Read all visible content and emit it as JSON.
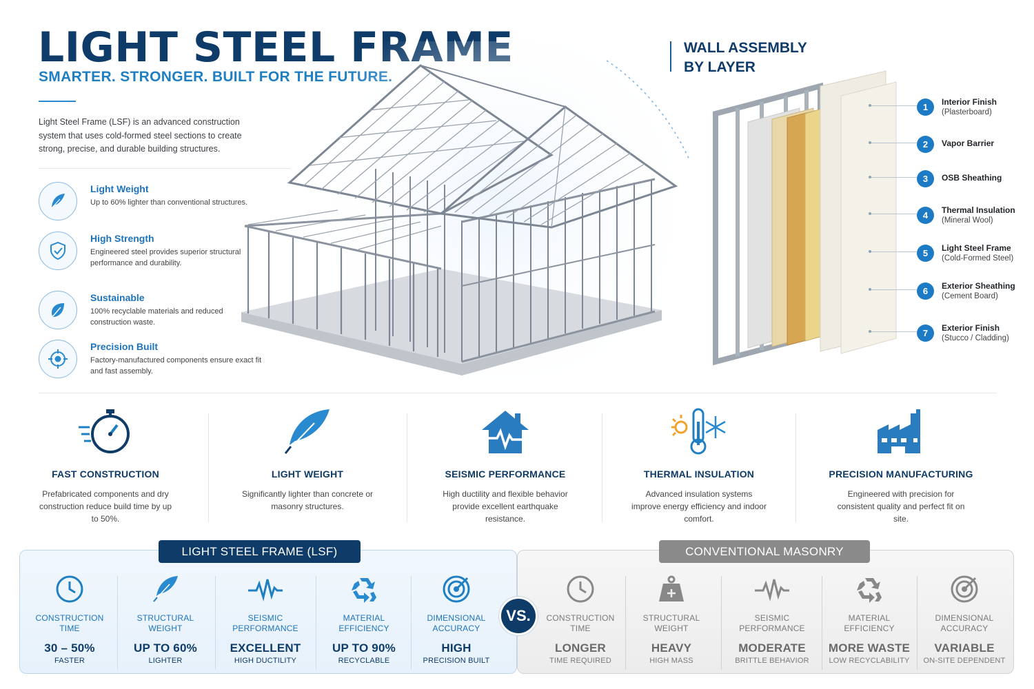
{
  "header": {
    "title": "LIGHT STEEL FRAME",
    "subtitle": "SMARTER. STRONGER. BUILT FOR THE FUTURE.",
    "intro": "Light Steel Frame (LSF) is an advanced construction system that uses cold-formed steel sections to create strong, precise, and durable building structures."
  },
  "features": [
    {
      "title": "Light Weight",
      "desc": "Up to 60% lighter than conventional structures.",
      "icon": "feather-icon"
    },
    {
      "title": "High Strength",
      "desc": "Engineered steel provides superior structural performance and durability.",
      "icon": "shield-check-icon"
    },
    {
      "title": "Sustainable",
      "desc": "100% recyclable materials and reduced construction waste.",
      "icon": "leaf-icon"
    },
    {
      "title": "Precision Built",
      "desc": "Factory-manufactured components ensure exact fit and fast assembly.",
      "icon": "target-icon"
    }
  ],
  "wall": {
    "title_line1": "WALL ASSEMBLY",
    "title_line2": "BY LAYER",
    "layers": [
      {
        "num": "1",
        "name": "Interior Finish",
        "sub": "(Plasterboard)"
      },
      {
        "num": "2",
        "name": "Vapor Barrier",
        "sub": ""
      },
      {
        "num": "3",
        "name": "OSB Sheathing",
        "sub": ""
      },
      {
        "num": "4",
        "name": "Thermal Insulation",
        "sub": "(Mineral Wool)"
      },
      {
        "num": "5",
        "name": "Light Steel Frame",
        "sub": "(Cold-Formed Steel)"
      },
      {
        "num": "6",
        "name": "Exterior Sheathing",
        "sub": "(Cement Board)"
      },
      {
        "num": "7",
        "name": "Exterior Finish",
        "sub": "(Stucco / Cladding)"
      }
    ]
  },
  "benefits": [
    {
      "title": "FAST CONSTRUCTION",
      "desc": "Prefabricated components and dry construction reduce build time by up to 50%.",
      "icon": "stopwatch-icon"
    },
    {
      "title": "LIGHT WEIGHT",
      "desc": "Significantly lighter than concrete or masonry structures.",
      "icon": "feather-icon"
    },
    {
      "title": "SEISMIC PERFORMANCE",
      "desc": "High ductility and flexible behavior provide excellent earthquake resistance.",
      "icon": "house-pulse-icon"
    },
    {
      "title": "THERMAL INSULATION",
      "desc": "Advanced insulation systems improve energy efficiency and indoor comfort.",
      "icon": "thermometer-icon"
    },
    {
      "title": "PRECISION MANUFACTURING",
      "desc": "Engineered with precision for consistent quality and perfect fit on site.",
      "icon": "factory-icon"
    }
  ],
  "comparison": {
    "lsf_label": "LIGHT STEEL FRAME (LSF)",
    "cm_label": "CONVENTIONAL MASONRY",
    "vs": "VS.",
    "lsf": [
      {
        "l1": "CONSTRUCTION",
        "l2": "TIME",
        "value": "30 – 50%",
        "sub": "FASTER",
        "icon": "clock-icon"
      },
      {
        "l1": "STRUCTURAL",
        "l2": "WEIGHT",
        "value": "UP TO 60%",
        "sub": "LIGHTER",
        "icon": "feather-icon"
      },
      {
        "l1": "SEISMIC",
        "l2": "PERFORMANCE",
        "value": "EXCELLENT",
        "sub": "HIGH DUCTILITY",
        "icon": "pulse-icon"
      },
      {
        "l1": "MATERIAL",
        "l2": "EFFICIENCY",
        "value": "UP TO 90%",
        "sub": "RECYCLABLE",
        "icon": "recycle-icon"
      },
      {
        "l1": "DIMENSIONAL",
        "l2": "ACCURACY",
        "value": "HIGH",
        "sub": "PRECISION BUILT",
        "icon": "target-icon"
      }
    ],
    "cm": [
      {
        "l1": "CONSTRUCTION",
        "l2": "TIME",
        "value": "LONGER",
        "sub": "TIME REQUIRED",
        "icon": "clock-icon"
      },
      {
        "l1": "STRUCTURAL",
        "l2": "WEIGHT",
        "value": "HEAVY",
        "sub": "HIGH MASS",
        "icon": "weight-icon"
      },
      {
        "l1": "SEISMIC",
        "l2": "PERFORMANCE",
        "value": "MODERATE",
        "sub": "BRITTLE BEHAVIOR",
        "icon": "pulse-icon"
      },
      {
        "l1": "MATERIAL",
        "l2": "EFFICIENCY",
        "value": "MORE WASTE",
        "sub": "LOW RECYCLABILITY",
        "icon": "recycle-icon"
      },
      {
        "l1": "DIMENSIONAL",
        "l2": "ACCURACY",
        "value": "VARIABLE",
        "sub": "ON-SITE DEPENDENT",
        "icon": "target-icon"
      }
    ]
  },
  "colors": {
    "navy": "#0f3b68",
    "blue": "#1d74bd",
    "gray": "#8a8a8a"
  }
}
